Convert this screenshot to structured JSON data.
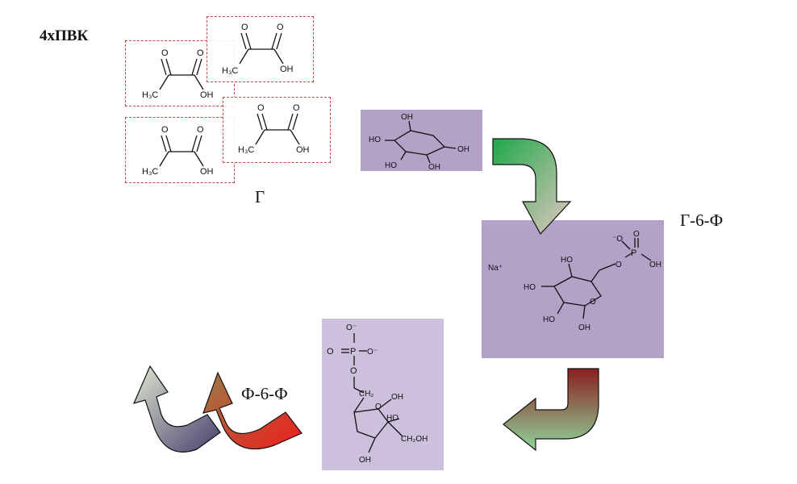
{
  "labels": {
    "title": "4хПВК",
    "glucose": "Г",
    "g6p": "Г-6-Ф",
    "f6p": "Ф-6-Ф"
  },
  "atoms": {
    "pyruvate": {
      "ch3": "H₃C",
      "oh": "OH",
      "o": "O"
    },
    "glucose": {
      "oh": "OH",
      "ho": "HO"
    },
    "g6p": {
      "na": "Na⁺",
      "o_minus": "⁻O",
      "p": "P",
      "o": "O",
      "oh": "OH",
      "ho": "HO"
    },
    "f6p": {
      "o_minus": "O⁻",
      "p": "P",
      "o": "O",
      "ch2": "CH₂",
      "oh": "OH",
      "ho": "HO",
      "ch2oh": "CH₂OH"
    }
  },
  "colors": {
    "dashed_border": "#c8454e",
    "mol_bg_dark": "#b3a1c8",
    "mol_bg_light": "#cdc0dd",
    "arrow1_start": "#1fa84a",
    "arrow1_end": "#e3c7c0",
    "arrow2_start": "#8a1f1f",
    "arrow2_end": "#8fd49a",
    "arrow3_start": "#ee1d1d",
    "arrow3_end": "#9c7b45",
    "arrow4_start": "#4a3f6e",
    "arrow4_end": "#dce8d0"
  }
}
